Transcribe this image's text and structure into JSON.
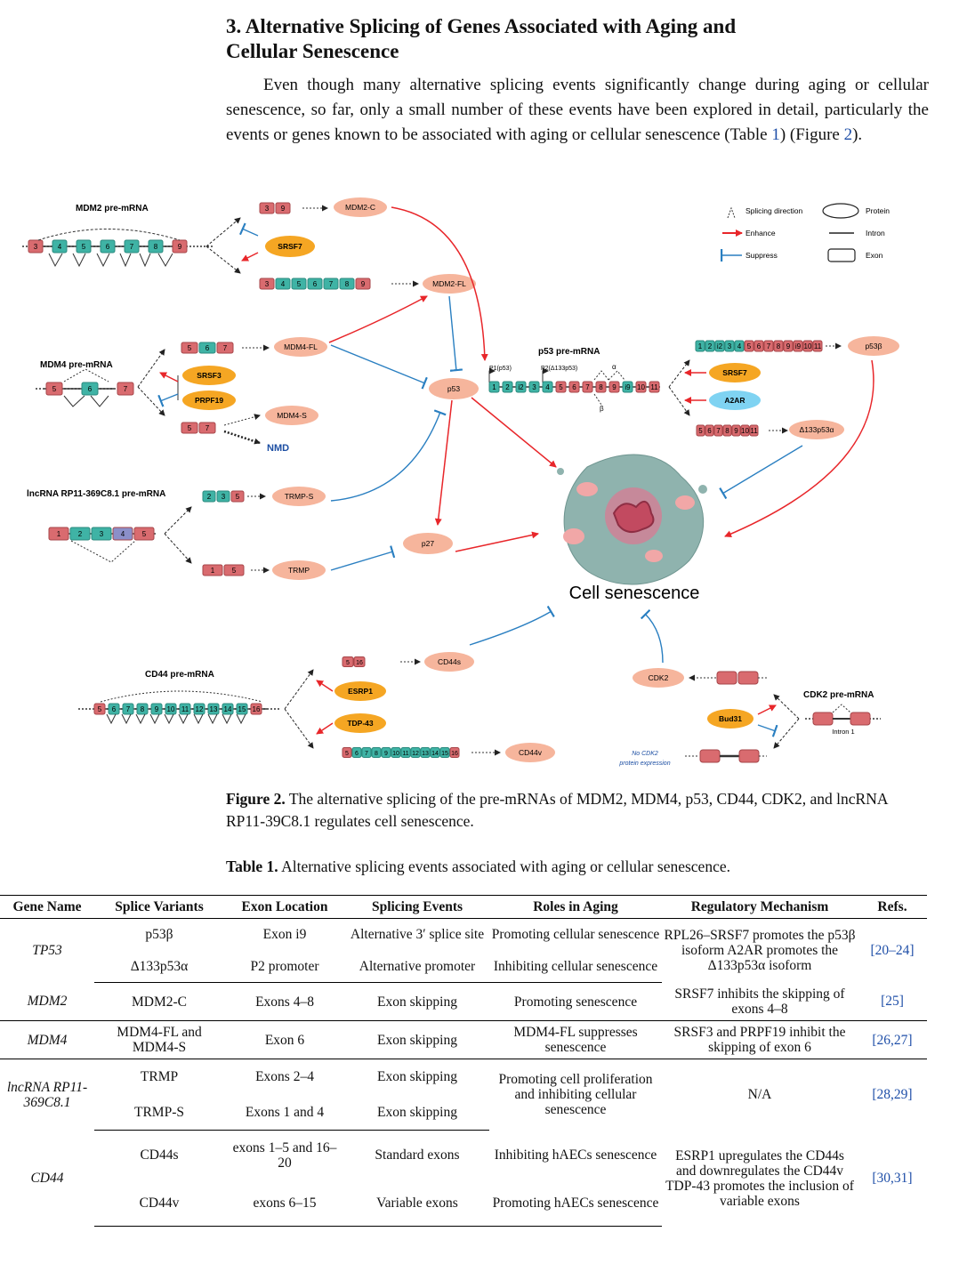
{
  "section": {
    "heading_line1": "3. Alternative Splicing of Genes Associated with Aging and",
    "heading_line2": "Cellular Senescence",
    "paragraph_part1": "Even though many alternative splicing events significantly change during aging or cellular senescence, so far, only a small number of these events have been explored in detail, particularly the events or genes known to be associated with aging or cellular senescence (Table ",
    "ref_table": "1",
    "paragraph_part2": ") (Figure ",
    "ref_figure": "2",
    "paragraph_part3": ")."
  },
  "figure": {
    "legend": {
      "splicing_direction": "Splicing direction",
      "enhance": "Enhance",
      "suppress": "Suppress",
      "protein": "Protein",
      "intron": "Intron",
      "exon": "Exon"
    },
    "mdm2": {
      "title": "MDM2 pre-mRNA",
      "exons_pre": [
        "3",
        "4",
        "5",
        "6",
        "7",
        "8",
        "9"
      ],
      "factor": "SRSF7",
      "variant_c_exons": [
        "3",
        "9"
      ],
      "variant_c": "MDM2-C",
      "variant_fl_exons": [
        "3",
        "4",
        "5",
        "6",
        "7",
        "8",
        "9"
      ],
      "variant_fl": "MDM2-FL"
    },
    "mdm4": {
      "title": "MDM4 pre-mRNA",
      "exons_pre": [
        "5",
        "6",
        "7"
      ],
      "factor1": "SRSF3",
      "factor2": "PRPF19",
      "variant_fl_exons": [
        "5",
        "6",
        "7"
      ],
      "variant_fl": "MDM4-FL",
      "variant_s_exons": [
        "5",
        "7"
      ],
      "variant_s": "MDM4-S",
      "nmd": "NMD"
    },
    "lnc": {
      "title": "lncRNA RP11-369C8.1 pre-mRNA",
      "exons_pre": [
        "1",
        "2",
        "3",
        "4",
        "5"
      ],
      "variant_s_exons": [
        "2",
        "3",
        "5"
      ],
      "variant_s": "TRMP-S",
      "variant_exons": [
        "1",
        "5"
      ],
      "variant": "TRMP"
    },
    "p53": {
      "title": "p53 pre-mRNA",
      "promoter1": "P1(p53)",
      "promoter2": "P2(Δ133p53)",
      "alpha": "α",
      "beta": "β",
      "exons_pre": [
        "1",
        "2",
        "i2",
        "3",
        "4",
        "5",
        "6",
        "7",
        "8",
        "9",
        "i9",
        "10",
        "11"
      ],
      "variant_b_exons": [
        "1",
        "2",
        "i2",
        "3",
        "4",
        "5",
        "6",
        "7",
        "8",
        "9",
        "i9",
        "10",
        "11"
      ],
      "variant_b": "p53β",
      "factor1": "SRSF7",
      "factor2": "A2AR",
      "variant_d_exons": [
        "5",
        "6",
        "7",
        "8",
        "9",
        "10",
        "11"
      ],
      "variant_d": "Δ133p53α",
      "protein": "p53"
    },
    "p27": "p27",
    "cell_senescence": "Cell senescence",
    "cd44": {
      "title": "CD44 pre-mRNA",
      "exons_pre": [
        "5",
        "6",
        "7",
        "8",
        "9",
        "10",
        "11",
        "12",
        "13",
        "14",
        "15",
        "16"
      ],
      "factor1": "ESRP1",
      "factor2": "TDP-43",
      "variant_s_exons": [
        "5",
        "16"
      ],
      "variant_s": "CD44s",
      "variant_v_exons": [
        "5",
        "6",
        "7",
        "8",
        "9",
        "10",
        "11",
        "12",
        "13",
        "14",
        "15",
        "16"
      ],
      "variant_v": "CD44v"
    },
    "cdk2": {
      "title": "CDK2 pre-mRNA",
      "protein": "CDK2",
      "factor": "Bud31",
      "intron_label": "Intron 1",
      "no_expr_line1": "No CDK2",
      "no_expr_line2": "protein expression"
    },
    "colors": {
      "exon_red": "#d96b6f",
      "exon_teal": "#3fb3a5",
      "protein_salmon": "#f6b59c",
      "factor_orange": "#f5a623",
      "factor_blue": "#7fd3f2",
      "enhance": "#e8262a",
      "suppress": "#2a7fc1"
    }
  },
  "figure_caption": {
    "label": "Figure 2.",
    "text": " The alternative splicing of the pre-mRNAs of MDM2, MDM4, p53, CD44, CDK2, and lncRNA RP11-39C8.1 regulates cell senescence."
  },
  "table_caption": {
    "label": "Table 1.",
    "text": " Alternative splicing events associated with aging or cellular senescence."
  },
  "table": {
    "headers": [
      "Gene Name",
      "Splice Variants",
      "Exon Location",
      "Splicing Events",
      "Roles in Aging",
      "Regulatory Mechanism",
      "Refs."
    ],
    "tp53": {
      "gene": "TP53",
      "v1": "p53β",
      "v1_exon": "Exon i9",
      "v1_event": "Alternative 3′ splice site",
      "v1_role": "Promoting cellular senescence",
      "v2": "Δ133p53α",
      "v2_exon": "P2 promoter",
      "v2_event": "Alternative promoter",
      "v2_role": "Inhibiting cellular senescence",
      "mechanism": "RPL26–SRSF7 promotes the p53β isoform A2AR promotes the Δ133p53α isoform",
      "refs": "[20–24]"
    },
    "mdm2": {
      "gene": "MDM2",
      "variant": "MDM2-C",
      "exon": "Exons 4–8",
      "event": "Exon skipping",
      "role": "Promoting senescence",
      "mechanism": "SRSF7 inhibits the skipping of exons 4–8",
      "refs": "[25]"
    },
    "mdm4": {
      "gene": "MDM4",
      "variant": "MDM4-FL and MDM4-S",
      "exon": "Exon 6",
      "event": "Exon skipping",
      "role": "MDM4-FL suppresses senescence",
      "mechanism": "SRSF3 and PRPF19 inhibit the skipping of exon 6",
      "refs": "[26,27]"
    },
    "lnc": {
      "gene": "lncRNA RP11-369C8.1",
      "v1": "TRMP",
      "v1_exon": "Exons 2–4",
      "v1_event": "Exon skipping",
      "v2": "TRMP-S",
      "v2_exon": "Exons 1 and 4",
      "v2_event": "Exon skipping",
      "role": "Promoting cell proliferation and inhibiting cellular senescence",
      "mechanism": "N/A",
      "refs": "[28,29]"
    },
    "cd44": {
      "gene": "CD44",
      "v1": "CD44s",
      "v1_exon": "exons 1–5 and 16–20",
      "v1_event": "Standard exons",
      "v1_role": "Inhibiting hAECs senescence",
      "v2": "CD44v",
      "v2_exon": "exons 6–15",
      "v2_event": "Variable exons",
      "v2_role": "Promoting hAECs senescence",
      "mechanism": "ESRP1 upregulates the CD44s and downregulates the CD44v TDP-43 promotes the inclusion of variable exons",
      "refs": "[30,31]"
    }
  }
}
